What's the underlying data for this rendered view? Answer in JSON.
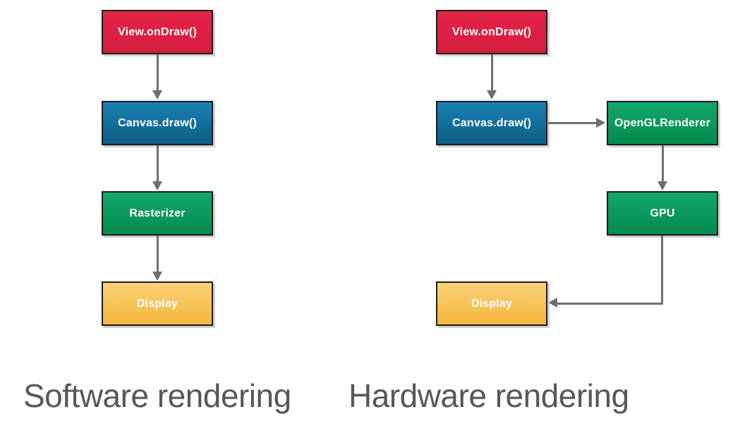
{
  "colors": {
    "red": {
      "top": "#e32449",
      "bottom": "#d41c3f"
    },
    "blue": {
      "top": "#1b82b4",
      "bottom": "#0c5c84"
    },
    "green": {
      "top": "#12a869",
      "bottom": "#058a4f"
    },
    "yellow": {
      "top": "#fcd278",
      "bottom": "#f5b63d"
    },
    "border": "#1c1c1c",
    "arrow": "#6e6e6e",
    "caption": "#56575b",
    "shadow": "#d2d2d2",
    "node_text": "#ffffff"
  },
  "software": {
    "caption": "Software rendering",
    "nodes": [
      {
        "id": "view-ondraw",
        "label": "View.onDraw()",
        "color": "red"
      },
      {
        "id": "canvas-draw",
        "label": "Canvas.draw()",
        "color": "blue"
      },
      {
        "id": "rasterizer",
        "label": "Rasterizer",
        "color": "green"
      },
      {
        "id": "display",
        "label": "Display",
        "color": "yellow"
      }
    ],
    "edges": [
      [
        "view-ondraw",
        "canvas-draw"
      ],
      [
        "canvas-draw",
        "rasterizer"
      ],
      [
        "rasterizer",
        "display"
      ]
    ]
  },
  "hardware": {
    "caption": "Hardware rendering",
    "nodes": [
      {
        "id": "view-ondraw",
        "label": "View.onDraw()",
        "color": "red"
      },
      {
        "id": "canvas-draw",
        "label": "Canvas.draw()",
        "color": "blue"
      },
      {
        "id": "openglrenderer",
        "label": "OpenGLRenderer",
        "color": "green"
      },
      {
        "id": "gpu",
        "label": "GPU",
        "color": "green"
      },
      {
        "id": "display",
        "label": "Display",
        "color": "yellow"
      }
    ],
    "edges": [
      [
        "view-ondraw",
        "canvas-draw"
      ],
      [
        "canvas-draw",
        "openglrenderer"
      ],
      [
        "openglrenderer",
        "gpu"
      ],
      [
        "gpu",
        "display"
      ]
    ]
  }
}
